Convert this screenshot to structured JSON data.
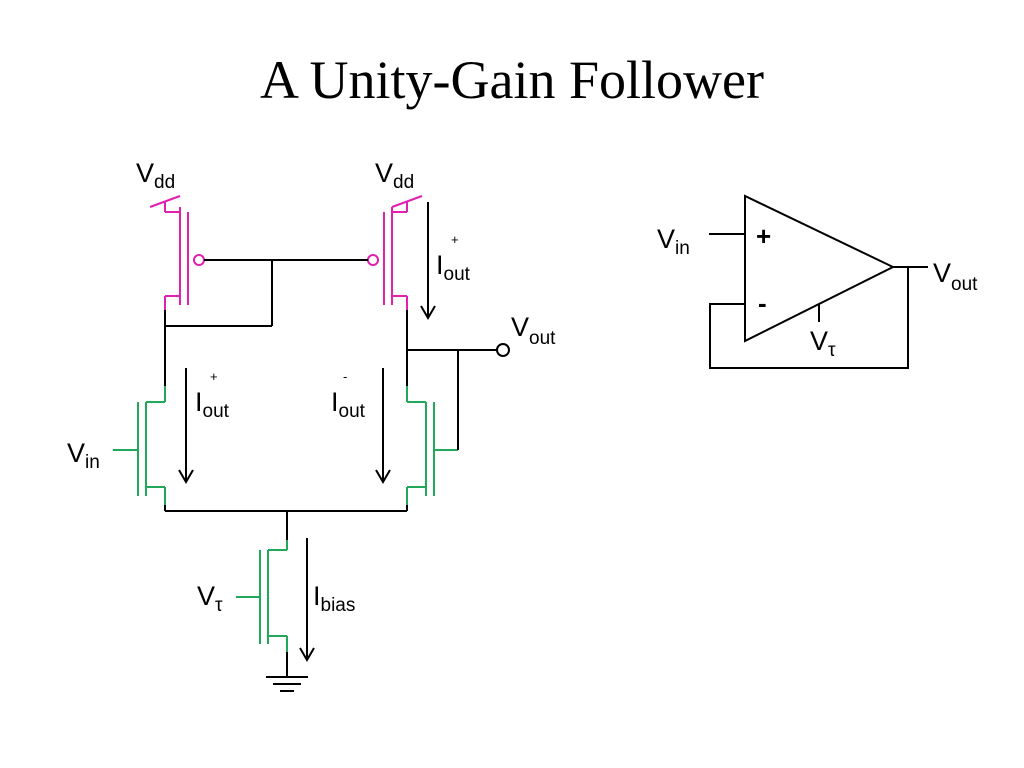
{
  "title": "A Unity-Gain Follower",
  "colors": {
    "pmos": "#e020b0",
    "nmos": "#22a85a",
    "wire": "#000000",
    "background": "#ffffff"
  },
  "circuit": {
    "vdd_left": {
      "main": "V",
      "sub": "dd"
    },
    "vdd_right": {
      "main": "V",
      "sub": "dd"
    },
    "iout_plus_top": {
      "main": "I",
      "sub": "out",
      "sup": "+"
    },
    "vout": {
      "main": "V",
      "sub": "out"
    },
    "iout_plus_mid": {
      "main": "I",
      "sub": "out",
      "sup": "+"
    },
    "iout_minus_mid": {
      "main": "I",
      "sub": "out",
      "sup": "-"
    },
    "vin": {
      "main": "V",
      "sub": "in"
    },
    "vtau": {
      "main": "V",
      "sub": "τ"
    },
    "ibias": {
      "main": "I",
      "sub": "bias"
    }
  },
  "opamp": {
    "vin": {
      "main": "V",
      "sub": "in"
    },
    "vout": {
      "main": "V",
      "sub": "out"
    },
    "vtau": {
      "main": "V",
      "sub": "τ"
    },
    "plus": "+",
    "minus": "-"
  }
}
